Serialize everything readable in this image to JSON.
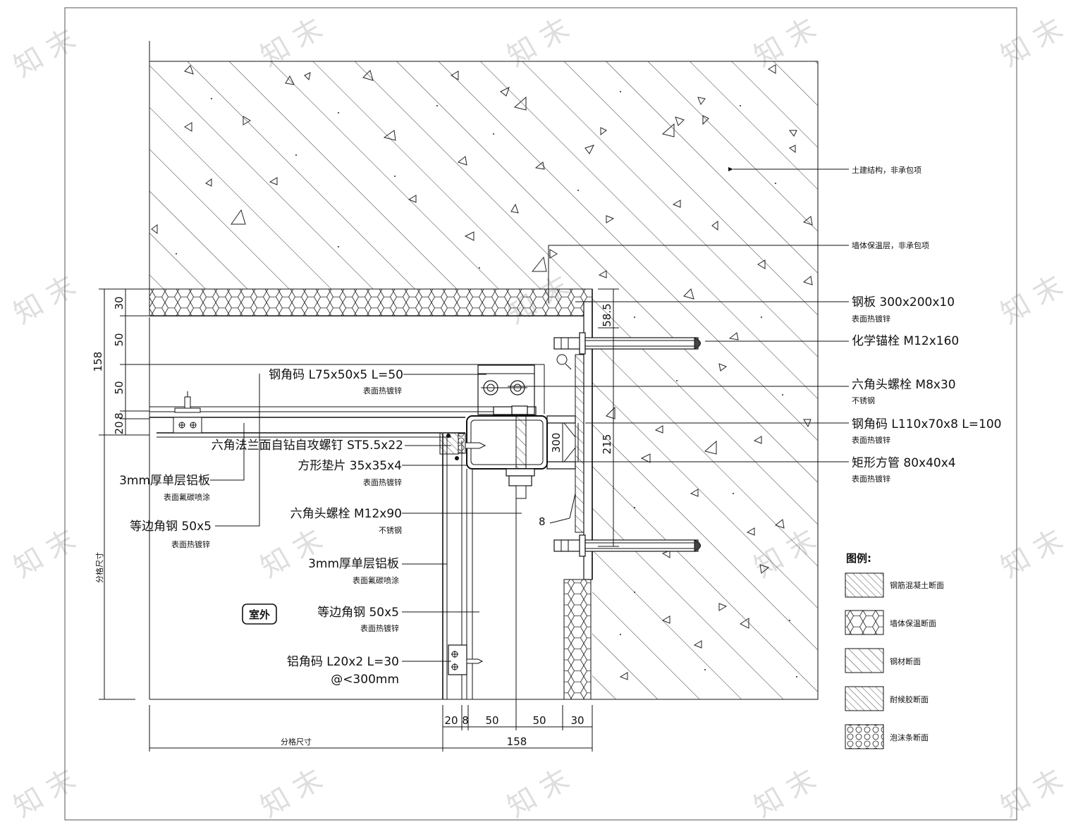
{
  "labels": {
    "structure": "土建结构，非承包项",
    "insulation": "墙体保温层，非承包项",
    "plate_main": "钢板 300x200x10",
    "plate_sub": "表面热镀锌",
    "anchor": "化学锚栓 M12x160",
    "bolt_m8_main": "六角头螺栓 M8x30",
    "bolt_m8_sub": "不锈钢",
    "angle_l110_main": "钢角码 L110x70x8 L=100",
    "angle_l110_sub": "表面热镀锌",
    "tube_main": "矩形方管 80x40x4",
    "tube_sub": "表面热镀锌",
    "angle_l75_main": "钢角码 L75x50x5 L=50",
    "angle_l75_sub": "表面热镀锌",
    "screw_main": "六角法兰面自钻自攻螺钉 ST5.5x22",
    "washer_main": "方形垫片 35x35x4",
    "washer_sub": "表面热镀锌",
    "bolt_m12_main": "六角头螺栓 M12x90",
    "bolt_m12_sub": "不锈钢",
    "al_left_main": "3mm厚单层铝板",
    "al_left_sub": "表面氟碳喷涂",
    "angle50_left_main": "等边角钢 50x5",
    "angle50_left_sub": "表面热镀锌",
    "al_right_main": "3mm厚单层铝板",
    "al_right_sub": "表面氟碳喷涂",
    "angle50_right_main": "等边角钢 50x5",
    "angle50_right_sub": "表面热镀锌",
    "angle_l20_main": "铝角码 L20x2 L=30",
    "angle_l20_sub": "@<300mm",
    "outdoor": "室外"
  },
  "dims": {
    "v30": "30",
    "v50a": "50",
    "v158": "158",
    "v50b": "50",
    "v20": "20",
    "v8": "8",
    "v58_5": "58.5",
    "v300": "300",
    "v215": "215",
    "h20": "20",
    "h8": "8",
    "h50a": "50",
    "h50b": "50",
    "h30": "30",
    "h158": "158",
    "grid_h": "分格尺寸",
    "grid_v": "分格尺寸",
    "weld": "8"
  },
  "legend": {
    "title": "图例:",
    "items": [
      {
        "label": "钢筋混凝土断面",
        "icon": "concrete-hatch-icon"
      },
      {
        "label": "墙体保温断面",
        "icon": "insulation-hex-icon"
      },
      {
        "label": "钢材断面",
        "icon": "steel-hatch-icon"
      },
      {
        "label": "耐候胶断面",
        "icon": "sealant-hatch-icon"
      },
      {
        "label": "泡沫条断面",
        "icon": "foam-circle-icon"
      }
    ]
  }
}
